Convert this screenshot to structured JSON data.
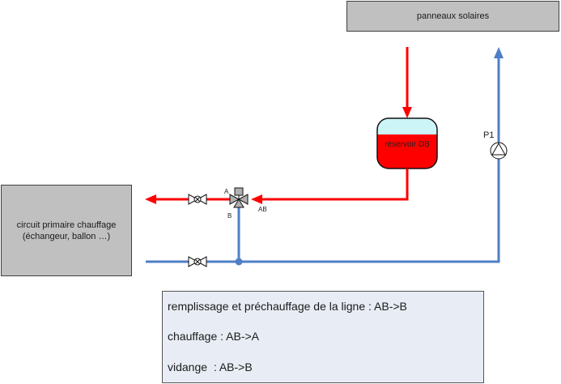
{
  "diagram": {
    "solar_panels": {
      "label": "panneaux solaires"
    },
    "heating_circuit": {
      "label_line1": "circuit primaire chauffage",
      "label_line2": "(échangeur, ballon …)"
    },
    "tank": {
      "label": "réservoir DB"
    },
    "pump": {
      "label": "P1"
    },
    "valve3": {
      "port_a": "A",
      "port_b": "B",
      "port_ab": "AB"
    },
    "colors": {
      "hot": "#ff0000",
      "cold": "#4f7fc6",
      "tank_top": "#ccf5f7",
      "box_fill": "#c0c0c0",
      "legend_fill": "#e8edf5"
    }
  },
  "legend": {
    "lines": [
      "remplissage et préchauffage de la ligne : AB->B",
      "chauffage : AB->A",
      "vidange  : AB->B"
    ]
  }
}
